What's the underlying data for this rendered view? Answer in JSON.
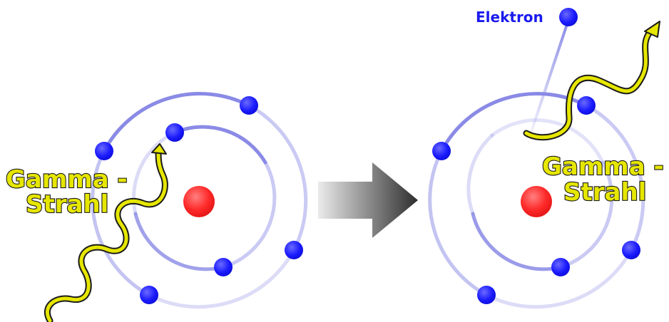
{
  "labels": {
    "gamma_left_line1": "Gamma -",
    "gamma_left_line2": "Strahl",
    "gamma_right_line1": "Gamma -",
    "gamma_right_line2": "Strahl",
    "electron": "Elektron"
  },
  "colors": {
    "nucleus": "#ff2a2a",
    "electron": "#1a1aff",
    "orbit": "#8a8ae6",
    "gamma_ray": "#e6e600",
    "gamma_outline": "#1a1a1a",
    "electron_label": "#1a1aee",
    "arrow_dark": "#3a3a3a",
    "arrow_light": "#e6e6e6"
  }
}
